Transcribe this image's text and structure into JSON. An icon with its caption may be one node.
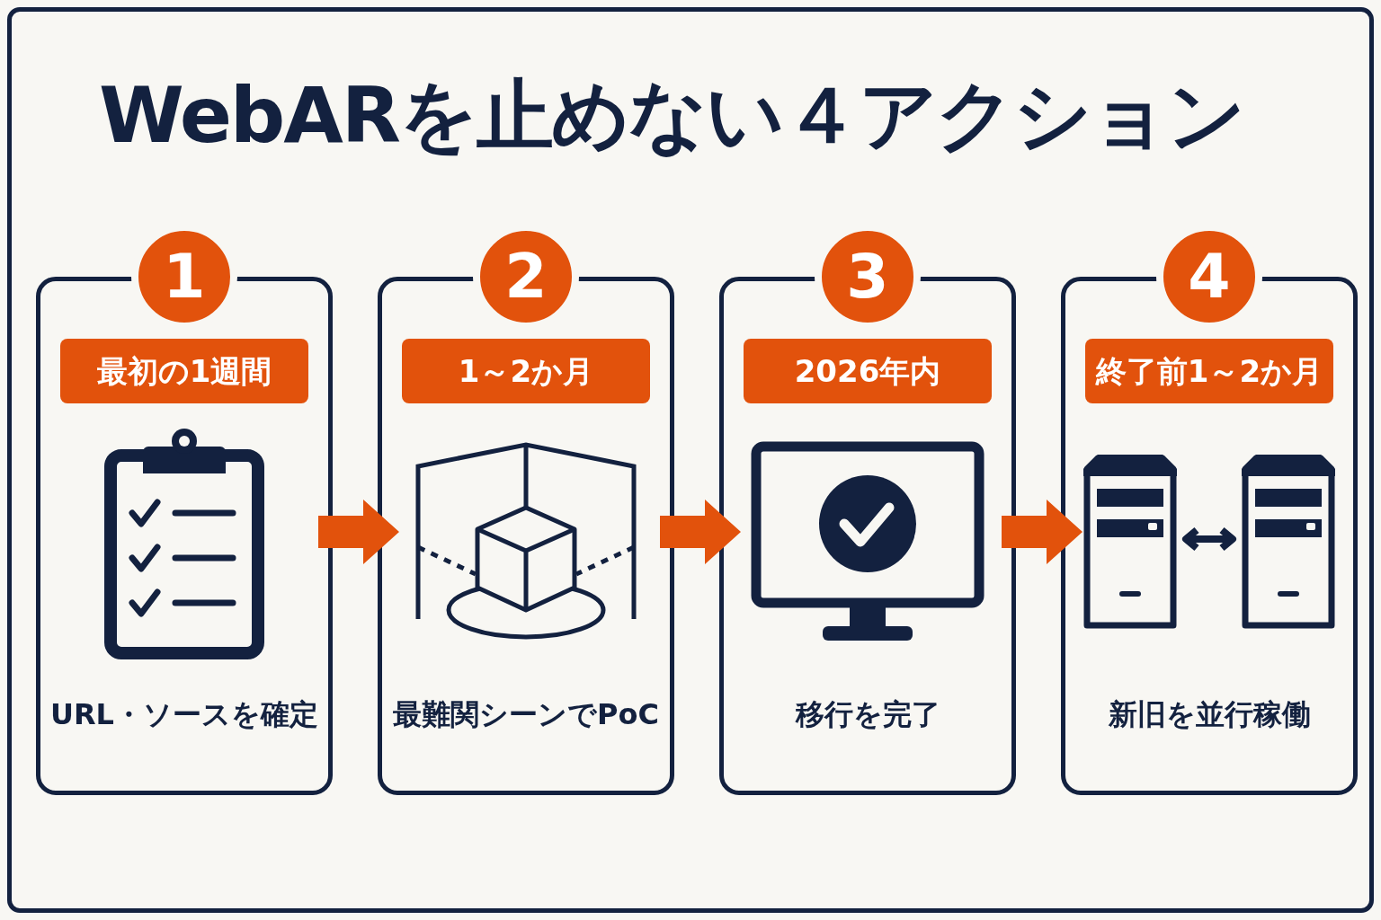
{
  "diagram": {
    "title": "WebARを止めない４アクション",
    "nodes": [
      {
        "text": [
          "1",
          "最初の1週間",
          "URL・ソースを確定"
        ]
      },
      {
        "text": [
          "2",
          "1～2か月",
          "最難関シーンでPoC"
        ]
      },
      {
        "text": [
          "3",
          "2026年内",
          "移行を完了"
        ]
      },
      {
        "text": [
          "4",
          "終了前1～2か月",
          "新旧を並行稼働"
        ]
      }
    ],
    "edges": [
      {
        "from": 0,
        "to": 1,
        "arrow": "to",
        "style": "thick"
      },
      {
        "from": 1,
        "to": 2,
        "arrow": "to",
        "style": "thick"
      },
      {
        "from": 2,
        "to": 3,
        "arrow": "to",
        "style": "thick"
      }
    ]
  }
}
